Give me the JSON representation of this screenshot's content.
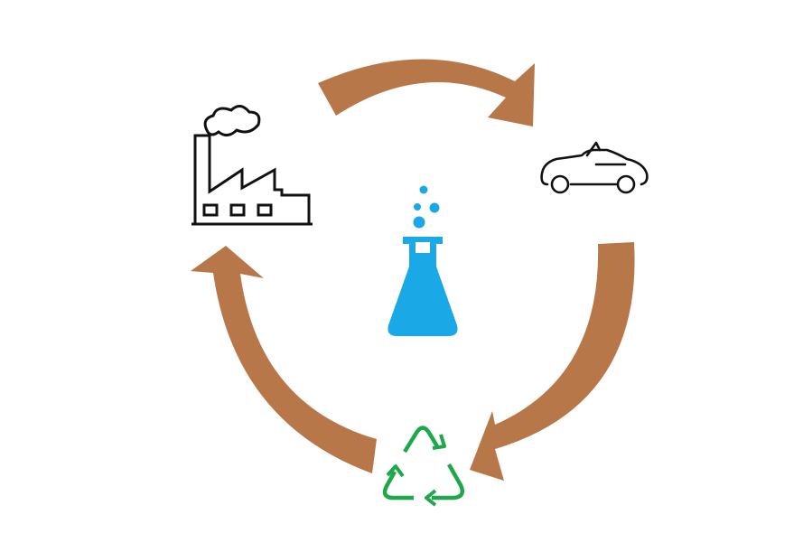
{
  "diagram": {
    "type": "cycle",
    "nodes": [
      {
        "id": "factory",
        "icon": "factory-icon"
      },
      {
        "id": "car",
        "icon": "car-icon"
      },
      {
        "id": "recycle",
        "icon": "recycle-icon"
      }
    ],
    "center": {
      "icon": "flask-icon"
    },
    "edges": [
      {
        "from": "factory",
        "to": "car"
      },
      {
        "from": "car",
        "to": "recycle"
      },
      {
        "from": "recycle",
        "to": "factory"
      }
    ]
  },
  "colors": {
    "arrow": "#b87748",
    "flask": "#1ba8e6",
    "recycle": "#1fa84a",
    "line_icon": "#111111",
    "background": "#ffffff"
  }
}
